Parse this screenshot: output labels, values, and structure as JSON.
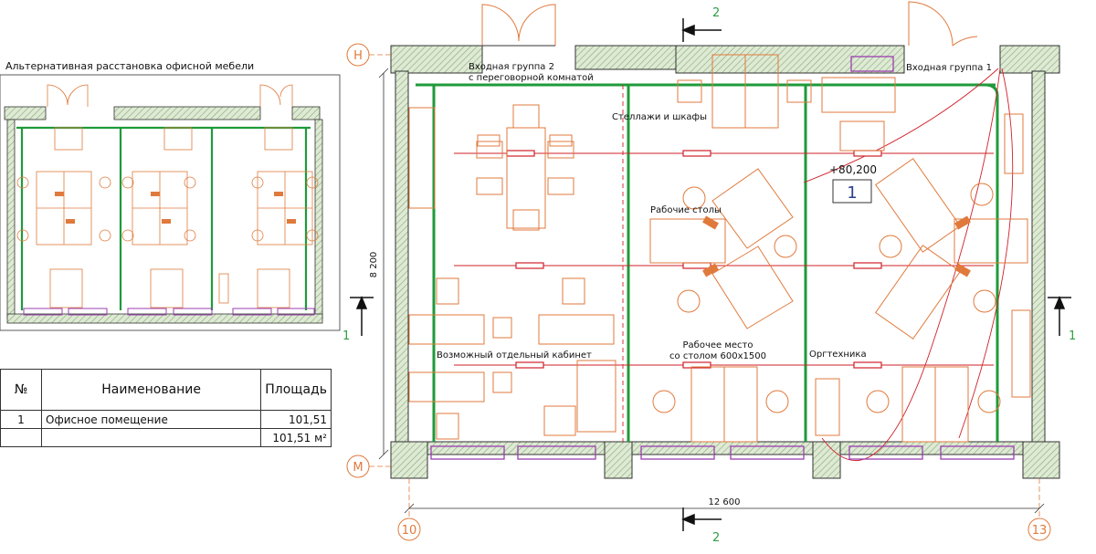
{
  "alt_title": "Альтернативная расстановка офисной мебели",
  "axes": {
    "top_letter": "Н",
    "bottom_letter": "М",
    "left_number": "10",
    "right_number": "13"
  },
  "sections": {
    "top": "2",
    "bottom": "2",
    "left": "1",
    "right": "1"
  },
  "dimensions": {
    "width": "12 600",
    "height": "8 200"
  },
  "rooms": {
    "entrance2_line1": "Входная группа 2",
    "entrance2_line2": "с переговорной комнатой",
    "entrance1": "Входная группа 1",
    "shelves": "Стеллажи и шкафы",
    "desks": "Рабочие столы",
    "cabinet": "Возможный отдельный кабинет",
    "workplace_line1": "Рабочее место",
    "workplace_line2": "со столом 600х1500",
    "office_equipment": "Оргтехника"
  },
  "level": "+80,200",
  "room_number": "1",
  "table": {
    "headers": [
      "№",
      "Наименование",
      "Площадь"
    ],
    "rows": [
      {
        "num": "1",
        "name": "Офисное помещение",
        "area": "101,51"
      },
      {
        "num": "",
        "name": "",
        "area": "101,51 м²"
      }
    ]
  },
  "colors": {
    "wall": "#7fae6a",
    "partition": "#1f9a3a",
    "furniture": "#e07a3c",
    "electric": "#d0202a",
    "radiator": "#9b3fb0"
  }
}
